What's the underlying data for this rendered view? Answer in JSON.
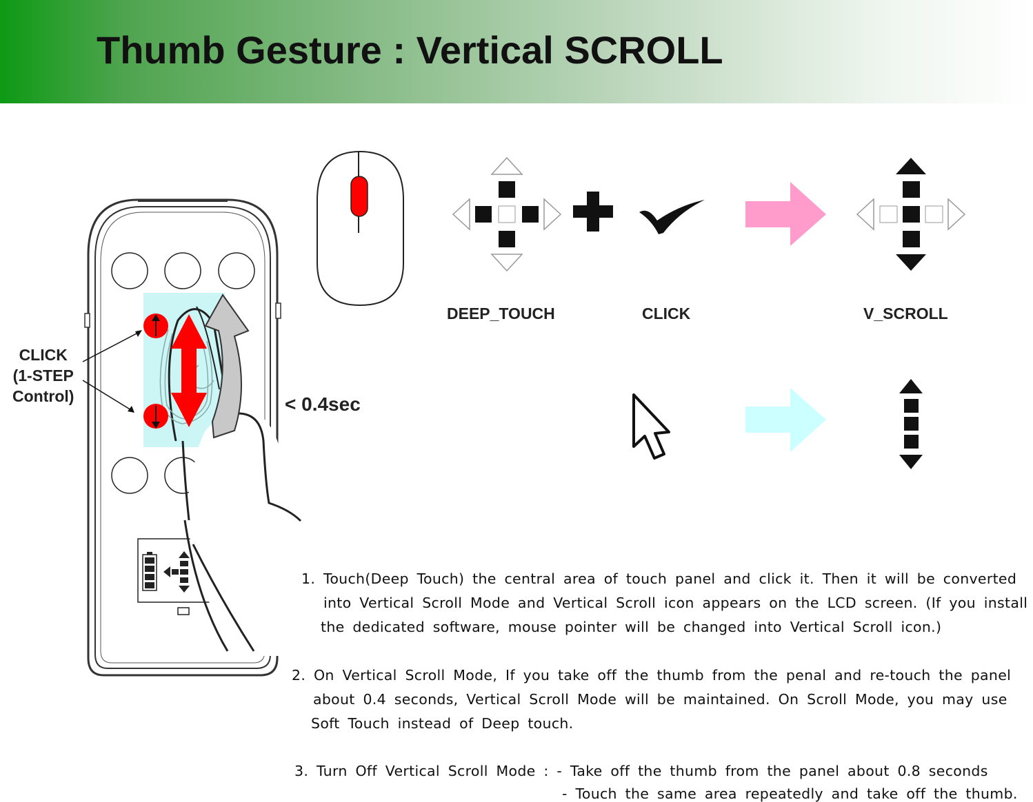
{
  "title": "Thumb Gesture : Vertical SCROLL",
  "labels": {
    "deep_touch": "DEEP_TOUCH",
    "click": "CLICK",
    "v_scroll": "V_SCROLL",
    "side_click": [
      "CLICK",
      "(1-STEP",
      "Control)"
    ],
    "time": "< 0.4sec"
  },
  "steps": [
    {
      "lines": [
        "1. Touch(Deep Touch) the central area of touch panel and click it. Then it will be converted",
        "into Vertical Scroll Mode and Vertical Scroll icon appears on the LCD screen. (If you install",
        "the dedicated software, mouse pointer will be changed into Vertical Scroll icon.)"
      ]
    },
    {
      "lines": [
        "2. On Vertical Scroll Mode, If you take off the thumb from the penal and re-touch the panel",
        "about 0.4 seconds, Vertical Scroll Mode will be maintained. On Scroll Mode, you may use",
        "Soft Touch instead of Deep touch."
      ]
    },
    {
      "lines": [
        "3. Turn Off Vertical Scroll Mode : - Take off the thumb from the panel about 0.8 seconds",
        "- Touch the same area repeatedly and take off the thumb."
      ]
    }
  ],
  "colors": {
    "arrow_pink": "#ff9ccc",
    "arrow_cyan": "#ccffff",
    "touch_zone": "#ccf5f5",
    "accent_red": "#ff0000"
  },
  "icons": [
    "remote-control-icon",
    "mouse-icon",
    "deep-touch-icon",
    "plus-icon",
    "checkmark-icon",
    "v-scroll-icon",
    "cursor-icon",
    "thumb-icon"
  ]
}
